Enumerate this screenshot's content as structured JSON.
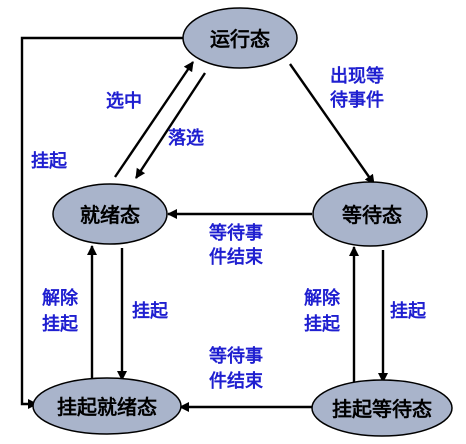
{
  "diagram": {
    "colors": {
      "node_fill": "#a9b4cb",
      "node_stroke": "#000000",
      "edge": "#000000",
      "edge_label": "#1f1fd0"
    },
    "nodes": {
      "running": "运行态",
      "ready": "就绪态",
      "waiting": "等待态",
      "suspended_ready": "挂起就绪态",
      "suspended_waiting": "挂起等待态"
    },
    "edge_labels": {
      "selected": "选中",
      "preempted": "落选",
      "suspend_from_running": "挂起",
      "event_occurs": [
        "出现等",
        "待事件"
      ],
      "event_ends_top": [
        "等待事",
        "件结束"
      ],
      "event_ends_bottom": [
        "等待事",
        "件结束"
      ],
      "release_left": [
        "解除",
        "挂起"
      ],
      "suspend_left": "挂起",
      "release_right": [
        "解除",
        "挂起"
      ],
      "suspend_right": "挂起"
    }
  }
}
